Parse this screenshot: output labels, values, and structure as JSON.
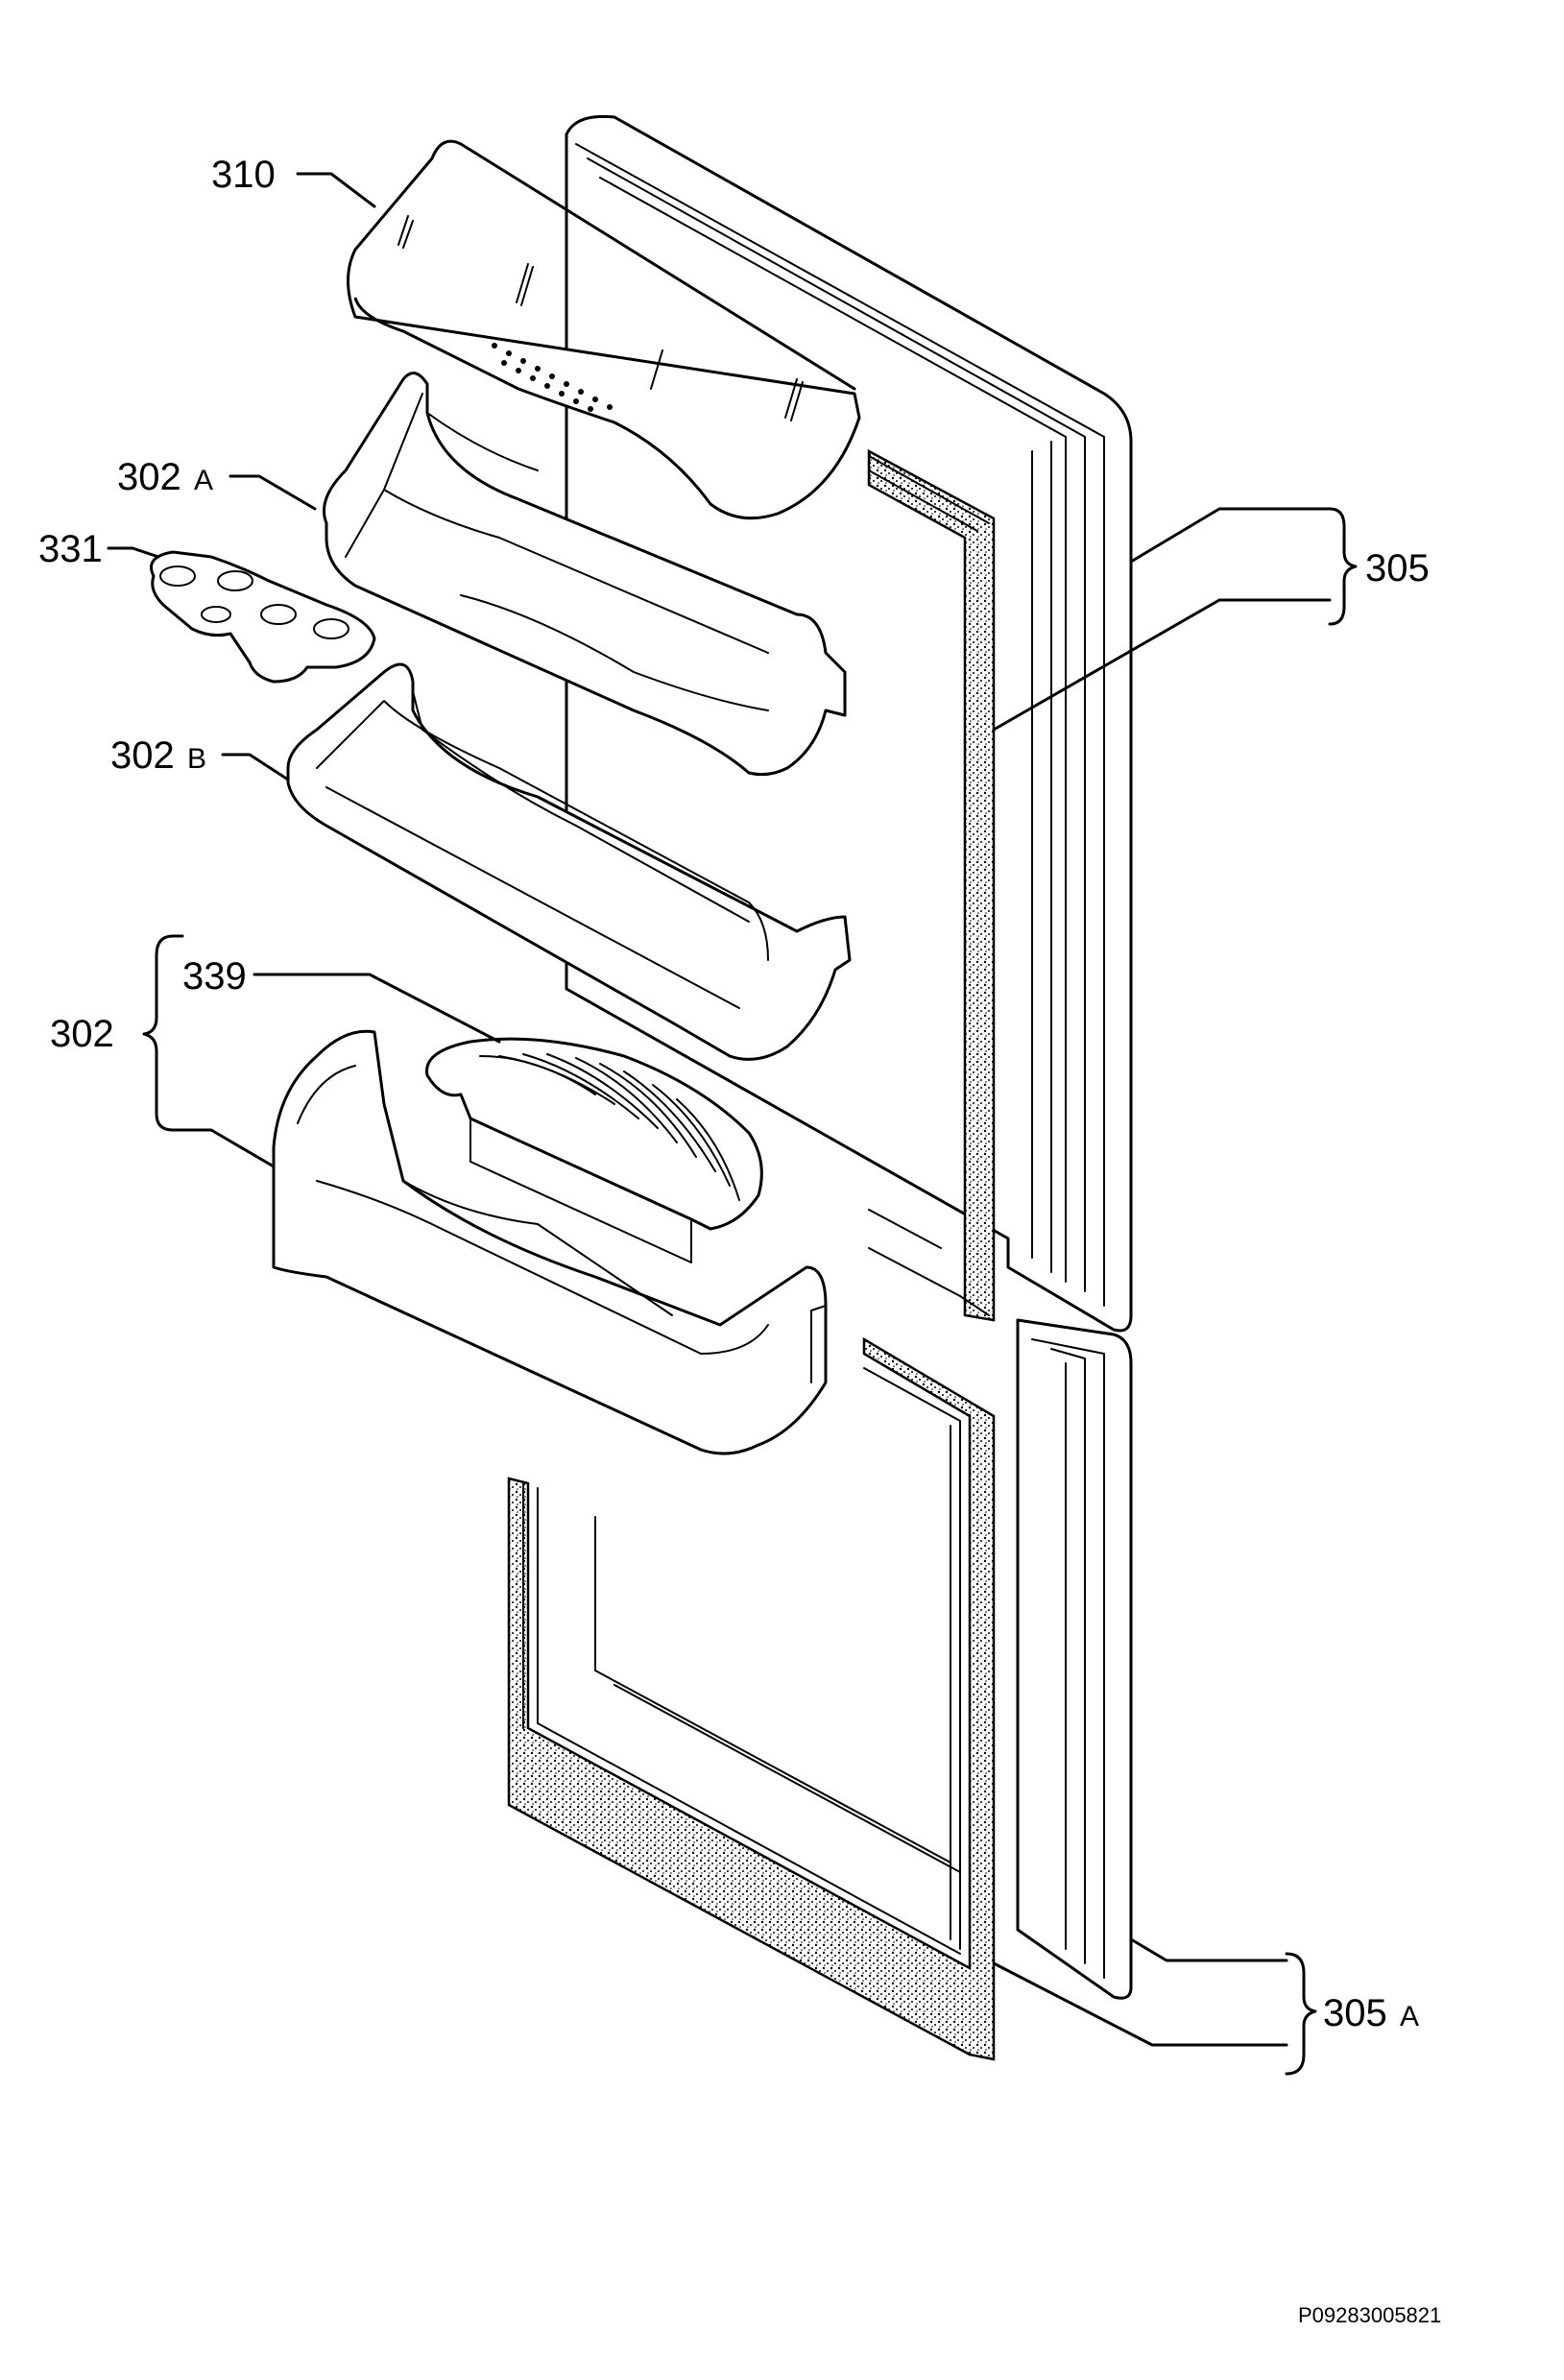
{
  "labels": {
    "p310": "310",
    "p302A_num": "302",
    "p302A_suf": "A",
    "p331": "331",
    "p302B_num": "302",
    "p302B_suf": "B",
    "p339": "339",
    "p302": "302",
    "p305": "305",
    "p305A_num": "305",
    "p305A_suf": "A"
  },
  "reference_code": "P09283005821"
}
